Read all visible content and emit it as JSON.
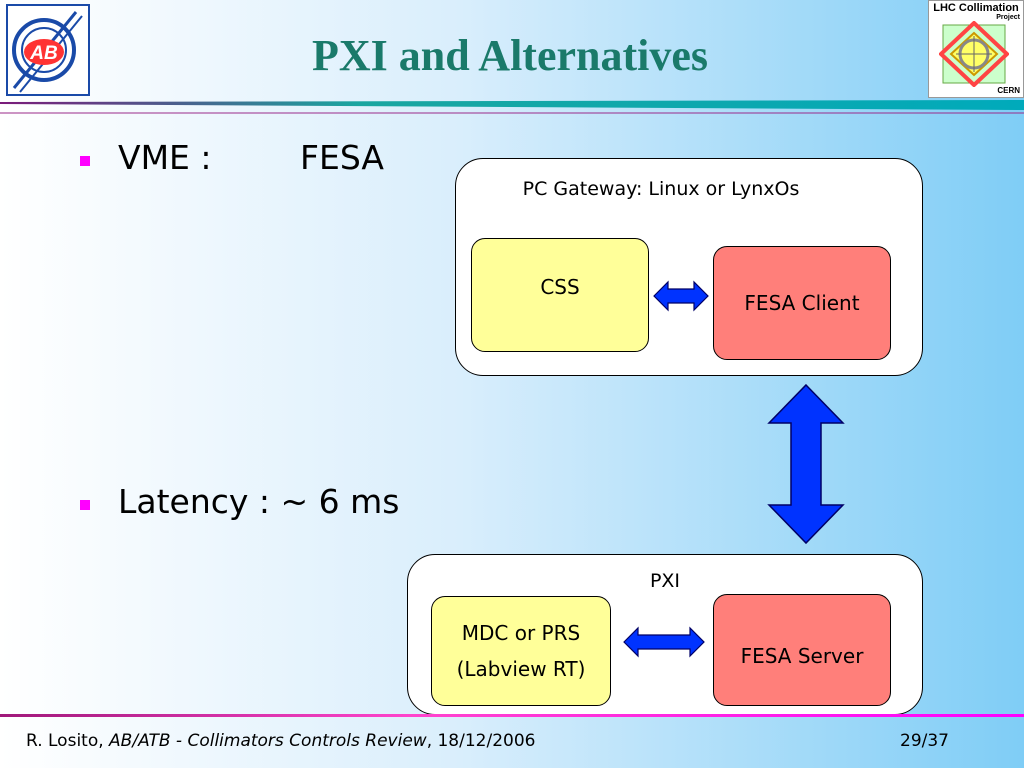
{
  "slide": {
    "title": "PXI and Alternatives",
    "logos": {
      "left": {
        "name": "ab-logo",
        "text": "AB"
      },
      "right": {
        "name": "lhc-collimation-logo",
        "title": "LHC Collimation",
        "subtitle": "Project",
        "org": "CERN"
      }
    },
    "bullets": [
      {
        "label": "VME :",
        "value": "FESA"
      },
      {
        "label": "Latency : ~ 6 ms",
        "value": ""
      }
    ],
    "diagram": {
      "gateway": {
        "label": "PC Gateway: Linux or LynxOs",
        "nodes": [
          "CSS",
          "FESA Client"
        ]
      },
      "pxi": {
        "label": "PXI",
        "nodes": [
          [
            "MDC or PRS",
            "(Labview RT)"
          ],
          "FESA Server"
        ]
      }
    },
    "footer": {
      "author": "R. Losito, ",
      "event": "AB/ATB - Collimators Controls Review",
      "date": ", 18/12/2006",
      "page": "29/37"
    },
    "colors": {
      "title": "#1a7a6a",
      "bullet": "#ff00ff",
      "node_yellow": "#ffff99",
      "node_red": "#ff7f7a",
      "arrow": "#0033ff",
      "footer_line": "#ff00ff"
    }
  }
}
